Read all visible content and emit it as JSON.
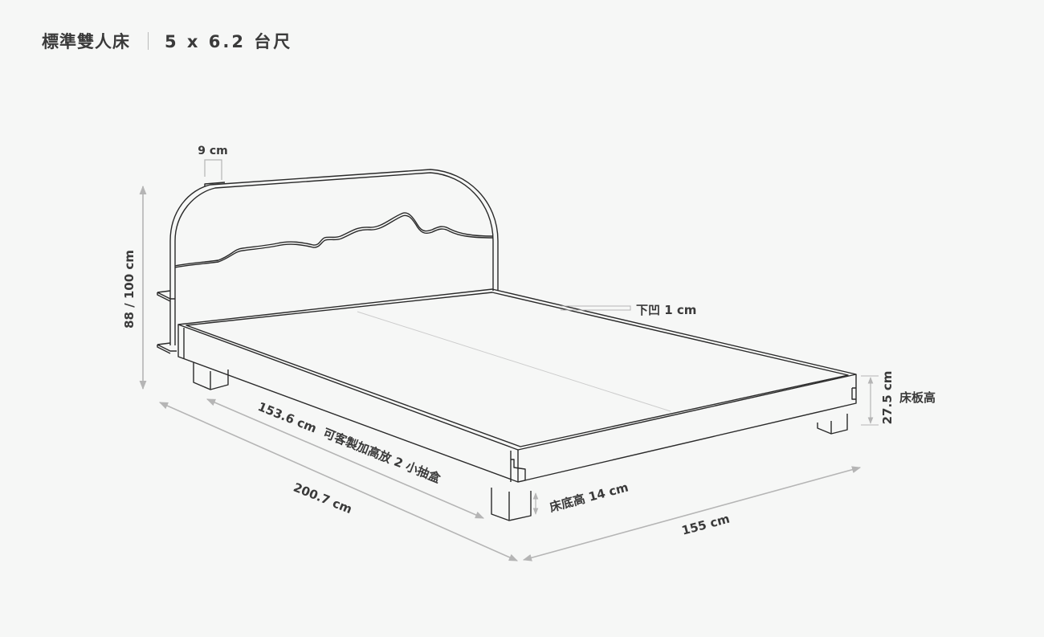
{
  "header": {
    "title": "標準雙人床",
    "size": "5 x 6.2 台尺"
  },
  "dimensions": {
    "headboard_thickness": "9 cm",
    "total_height": "88 / 100 cm",
    "recess": "下凹 1 cm",
    "platform_height_value": "27.5 cm",
    "platform_height_label": "床板高",
    "inner_length_note": "153.6 cm  可客製加高放 2 小抽盒",
    "length": "200.7 cm",
    "width": "155 cm",
    "base_height": "床底高 14 cm"
  },
  "colors": {
    "background": "#f6f7f6",
    "line": "#2a2a2a",
    "dimension": "#b5b5b5",
    "text": "#3a3a3a"
  }
}
